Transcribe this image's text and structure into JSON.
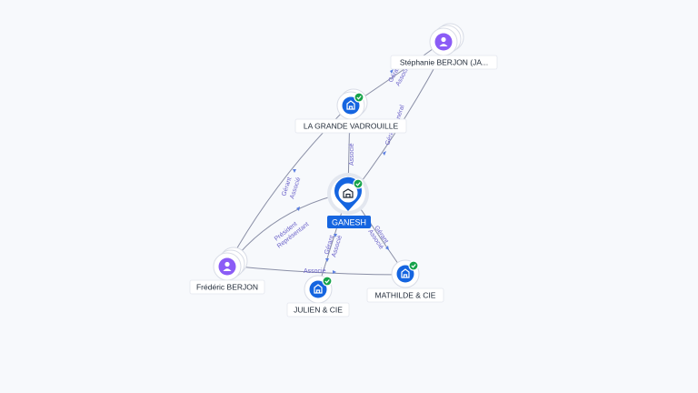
{
  "colors": {
    "background": "#f7f9fc",
    "company": "#1565e0",
    "person": "#8b5cf6",
    "verified": "#16a34a",
    "edge_label": "#6b62c9"
  },
  "nodes": {
    "stephanie": {
      "label": "Stéphanie BERJON (JA...",
      "kind": "person",
      "icon": "person-icon"
    },
    "grande": {
      "label": "LA GRANDE VADROUILLE",
      "kind": "company",
      "icon": "building-icon",
      "verified": true
    },
    "ganesh": {
      "label": "GANESH",
      "kind": "company-main",
      "icon": "building-icon",
      "verified": true
    },
    "frederic": {
      "label": "Frédéric BERJON",
      "kind": "person",
      "icon": "person-icon"
    },
    "julien": {
      "label": "JULIEN & CIE",
      "kind": "company",
      "icon": "building-icon",
      "verified": true
    },
    "mathilde": {
      "label": "MATHILDE & CIE",
      "kind": "company",
      "icon": "building-icon",
      "verified": true
    }
  },
  "edges": {
    "steph_grande_l1": "Gérant",
    "steph_grande_l2": "Associé",
    "steph_ganesh_l1": "Gérant",
    "steph_ganesh_l2": "Général",
    "grande_ganesh": "Associé",
    "fred_grande_l1": "Gérant",
    "fred_grande_l2": "Associé",
    "fred_ganesh_l1": "Président",
    "fred_ganesh_l2": "Représentant",
    "ganesh_julien_l1": "Gérant",
    "ganesh_julien_l2": "Associé",
    "ganesh_mathilde_l1": "Gérant",
    "ganesh_mathilde_l2": "Associé",
    "fred_mathilde": "Associé"
  }
}
